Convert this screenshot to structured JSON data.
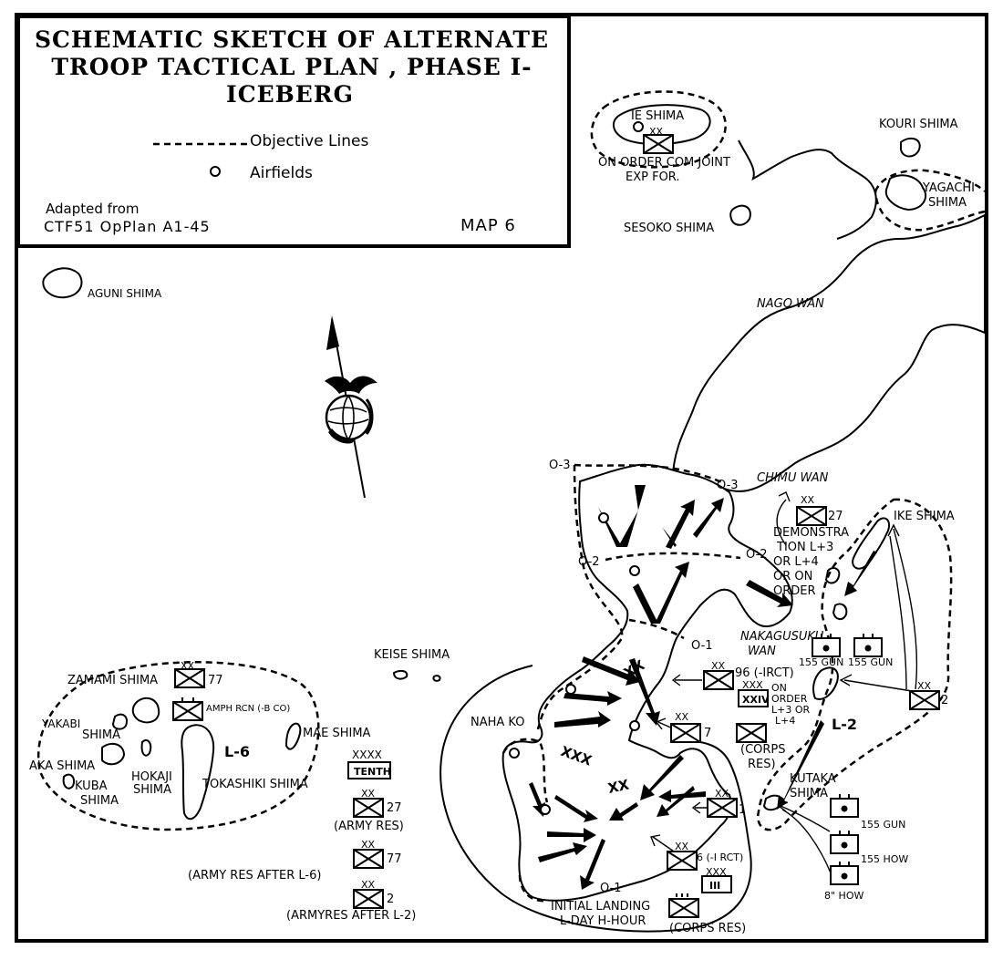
{
  "title": {
    "line1": "SCHEMATIC SKETCH OF ALTERNATE",
    "line2": "TROOP TACTICAL  PLAN , PHASE I-",
    "line3": "ICEBERG"
  },
  "legend": {
    "objective_lines": "Objective  Lines",
    "airfields": "Airfields"
  },
  "source": {
    "line1": "Adapted from",
    "line2": "CTF51 OpPlan A1-45"
  },
  "map_number": "MAP 6",
  "places": {
    "ie_shima": "IE SHIMA",
    "kouri_shima": "KOURI SHIMA",
    "yagachi_1": "YAGACHI",
    "yagachi_2": "SHIMA",
    "sesoko_shima": "SESOKO SHIMA",
    "aguni_shima": "AGUNI SHIMA",
    "nago_wan": "NAGO WAN",
    "chimu_wan": "CHIMU WAN",
    "ike_shima": "IKE SHIMA",
    "nakagusuku_1": "NAKAGUSUKU",
    "nakagusuku_2": "WAN",
    "keise_shima": "KEISE SHIMA",
    "naha_ko": "NAHA KO",
    "zamami_shima": "ZAMAMI SHIMA",
    "yakabi_1": "YAKABI",
    "yakabi_2": "SHIMA",
    "mae_shima": "MAE SHIMA",
    "aka_shima": "AKA SHIMA",
    "kuba_1": "KUBA",
    "kuba_2": "SHIMA",
    "hokaji_1": "HOKAJI",
    "hokaji_2": "SHIMA",
    "tokashiki_shima": "TOKASHIKI SHIMA",
    "kutaka_1": "KUTAKA",
    "kutaka_2": "SHIMA"
  },
  "objective_labels": {
    "o3_left": "O-3",
    "o3_right": "O-3",
    "o2_left": "O-2",
    "o2_right": "O-2",
    "o1_upper": "O-1",
    "o1_lower": "O-1"
  },
  "phase_labels": {
    "l6": "L-6",
    "l2": "L-2"
  },
  "units": {
    "xx": "XX",
    "xxx": "XXX",
    "xxxx": "XXXX",
    "ie_line1": "ON ORDER COM JOINT",
    "ie_line2": "EXP FOR.",
    "div27": "27",
    "demo_1": "DEMONSTRA",
    "demo_2": "TION L+3",
    "demo_3": "OR L+4",
    "demo_4": "OR ON",
    "demo_5": "ORDER",
    "div96": "96 (-IRCT)",
    "xxiv": "XXIV",
    "xxiv_on_1": "ON",
    "xxiv_on_2": "ORDER",
    "xxiv_on_3": "L+3 OR",
    "xxiv_on_4": "L+4",
    "corps_res_1": "(CORPS",
    "corps_res_2": "RES)",
    "div7": "7",
    "div2": "2",
    "div77": "77",
    "amph_rcn": "AMPH RCN (-B CO)",
    "tenth": "TENTH",
    "army_res": "(ARMY RES)",
    "army_res_l6": "(ARMY RES  AFTER L-6)",
    "army_res_l2": "(ARMYRES   AFTER L-2)",
    "div1": "1",
    "div6": "6 (-I RCT)",
    "iii": "III",
    "initial_1": "INITIAL LANDING",
    "initial_2": "L-DAY  H-HOUR",
    "corps_res_bottom": "(CORPS RES)",
    "gun155_a": "155 GUN",
    "gun155_b": "155 GUN",
    "gun155_c": "155 GUN",
    "how155": "155 HOW",
    "how8": "8\" HOW"
  }
}
